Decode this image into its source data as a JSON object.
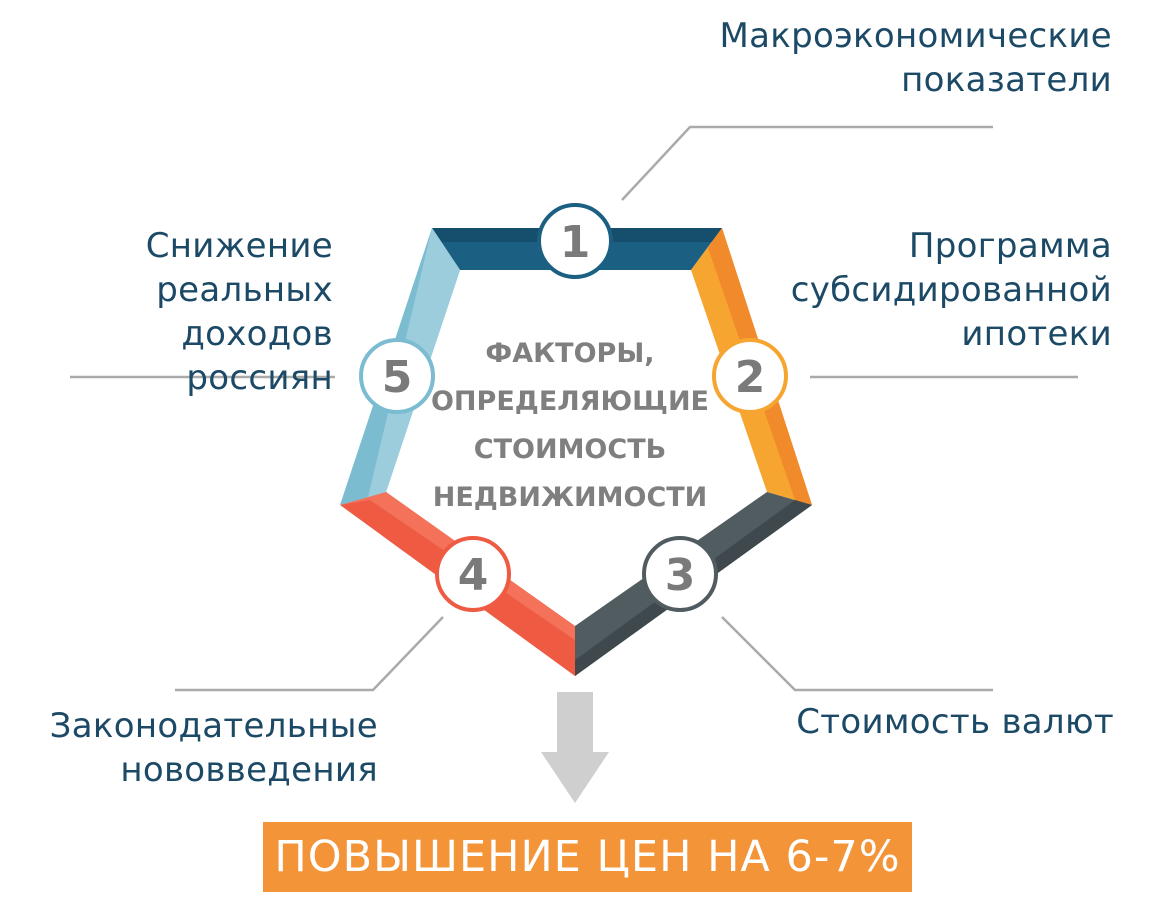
{
  "center": {
    "text": "ФАКТОРЫ,\nОПРЕДЕЛЯЮЩИЕ\nСТОИМОСТЬ\nНЕДВИЖИМОСТИ"
  },
  "factors": [
    {
      "number": "1",
      "label": "Макроэкономические\nпоказатели",
      "color": "#1b5f82"
    },
    {
      "number": "2",
      "label": "Программа\nсубсидированной\nипотеки",
      "color": "#f7a531"
    },
    {
      "number": "3",
      "label": "Стоимость валют",
      "color": "#515c61"
    },
    {
      "number": "4",
      "label": "Законодательные\nнововведения",
      "color": "#ee5a42"
    },
    {
      "number": "5",
      "label": "Снижение\nреальных доходов\nроссиян",
      "color": "#7bbcd0"
    }
  ],
  "result": {
    "text": "ПОВЫШЕНИЕ ЦЕН НА 6-7%",
    "color": "#f39438"
  },
  "colors": {
    "leader": "#aaaaaa",
    "arrow": "#cfcfcf",
    "label_text": "#1c4a66",
    "center_text": "#7f7f7f"
  }
}
